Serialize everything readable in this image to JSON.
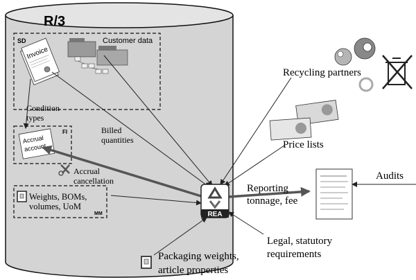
{
  "title": "R/3",
  "modules": {
    "sd": {
      "tag": "SD",
      "invoice_label": "Invoice",
      "customer_label": "Customer data"
    },
    "fi": {
      "tag": "FI",
      "accrual_label_1": "Accrual",
      "accrual_label_2": "account"
    },
    "mm": {
      "tag": "MM",
      "line1": "Weights, BOMs,",
      "line2": "volumes, UoM"
    }
  },
  "labels": {
    "condition_1": "Condition",
    "condition_2": "types",
    "billed_1": "Billed",
    "billed_2": "quantities",
    "accrual_cancel_1": "Accrual",
    "accrual_cancel_2": "cancellation",
    "recycling_partners": "Recycling partners",
    "price_lists": "Price lists",
    "audits": "Audits",
    "reporting_1": "Reporting",
    "reporting_2": "tonnage, fee",
    "legal_1": "Legal, statutory",
    "legal_2": "requirements",
    "packaging_1": "Packaging weights,",
    "packaging_2": "article properties"
  },
  "rea_label": "REA",
  "colors": {
    "cylinder": "#d4d4d4",
    "cylinder_top": "#e4e4e4",
    "line": "#222222",
    "thick_arrow": "#555555"
  }
}
